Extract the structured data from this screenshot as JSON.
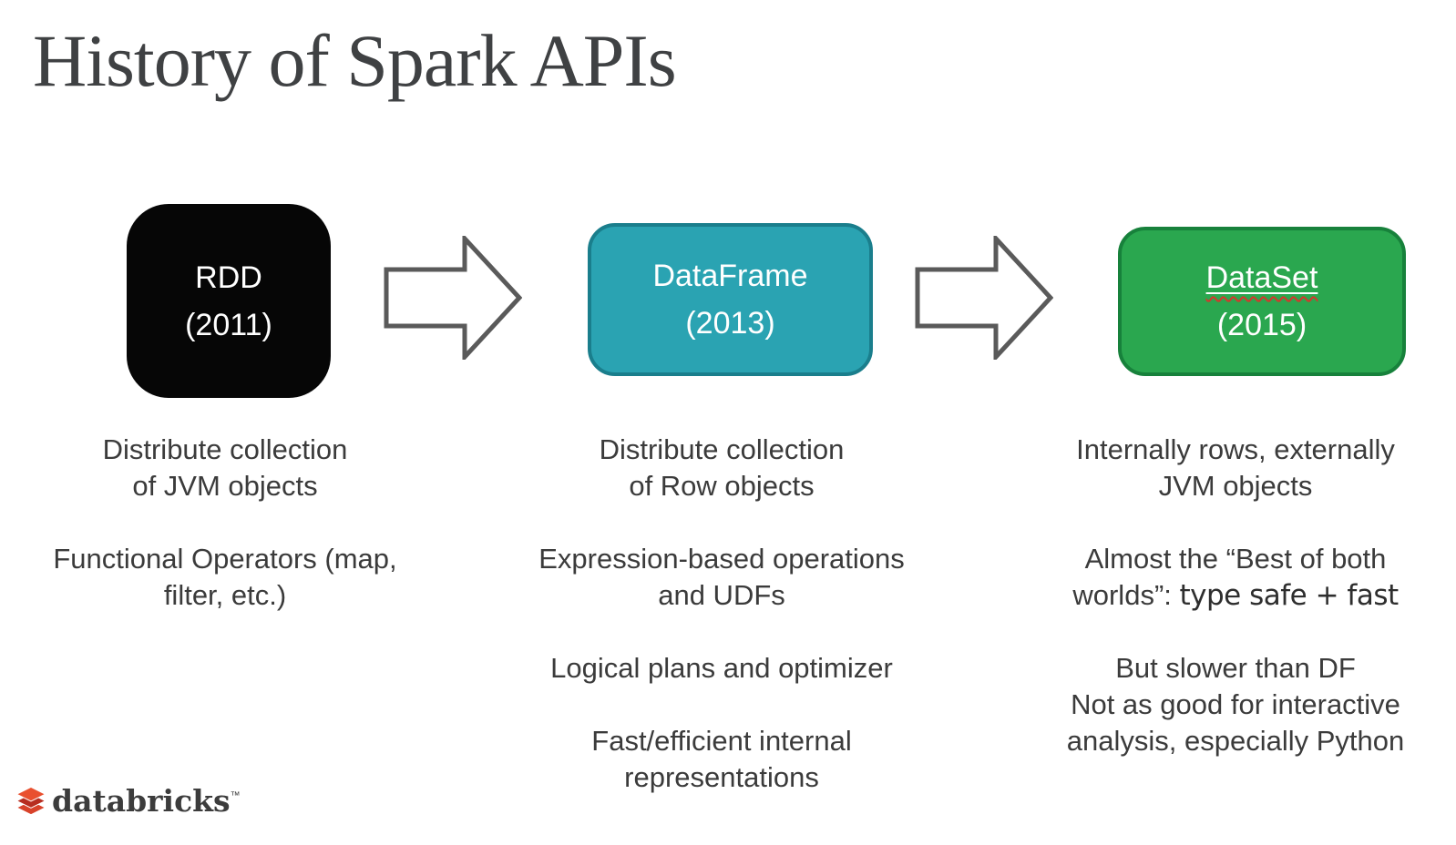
{
  "slide": {
    "title": "History of Spark APIs"
  },
  "timeline": {
    "arrow_icon": "block-arrow-right-icon",
    "nodes": [
      {
        "label": "RDD",
        "year": "(2011)",
        "color": "#060606",
        "text_color": "#ffffff"
      },
      {
        "label": "DataFrame",
        "year": "(2013)",
        "color": "#2aa3b2",
        "border_color": "#1a7e8c",
        "text_color": "#ffffff"
      },
      {
        "label": "DataSet",
        "year": "(2015)",
        "color": "#2aa74f",
        "border_color": "#17813b",
        "text_color": "#ffffff",
        "spellcheck_squiggle": true
      }
    ]
  },
  "columns": [
    {
      "paragraphs": [
        "Distribute collection\nof JVM objects",
        "Functional Operators (map,\nfilter, etc.)"
      ]
    },
    {
      "paragraphs": [
        "Distribute collection\nof Row objects",
        "Expression-based operations\nand UDFs",
        "Logical plans and optimizer",
        "Fast/efficient internal\nrepresentations"
      ]
    },
    {
      "paragraphs": [
        "Internally rows, externally\nJVM objects",
        "But slower than DF\nNot as good for interactive\nanalysis, especially Python"
      ],
      "mixed": {
        "normal": "Almost the “Best of both\nworlds”: ",
        "emphasis": "type safe + fast"
      }
    }
  ],
  "footer": {
    "brand_icon": "databricks-stacked-bricks-icon",
    "brand": "databricks",
    "trademark": "™"
  },
  "colors": {
    "background": "#ffffff",
    "title_text": "#3f4143",
    "body_text": "#3b3b3b",
    "arrow_outline": "#5a5a5a",
    "squiggle_red": "#d6352b",
    "logo_red_top": "#e9502f",
    "logo_red_dark": "#b72d20",
    "logo_red_mid": "#d8422a"
  }
}
